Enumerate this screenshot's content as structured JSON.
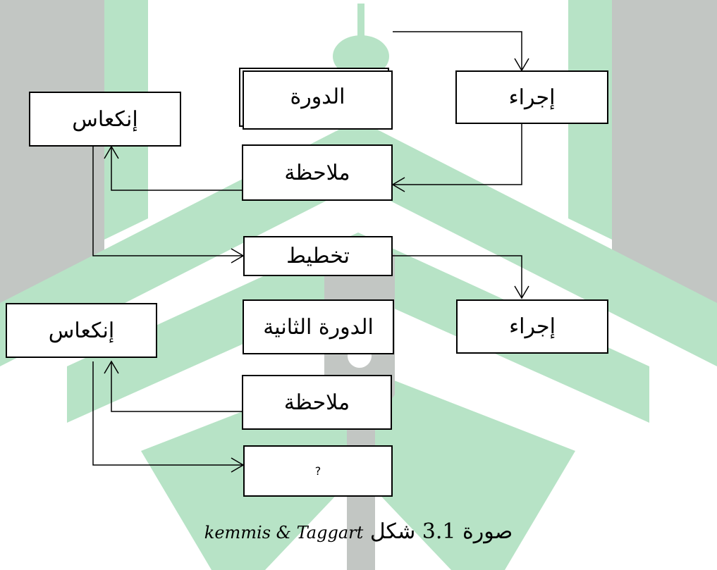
{
  "colors": {
    "watermark_green": "#b7e3c6",
    "watermark_gray": "#c2c6c3",
    "line": "#000000"
  },
  "boxes": {
    "cycle1_label": "الدورة",
    "cycle1_action": "إجراء",
    "cycle1_reflection": "إنكعاس",
    "cycle1_observation": "ملاحظة",
    "planning": "تخطيط",
    "cycle2_label": "الدورة الثانية",
    "cycle2_action": "إجراء",
    "cycle2_reflection": "إنكعاس",
    "cycle2_observation": "ملاحظة",
    "next_step": "?"
  },
  "caption": {
    "arabic": "صورة 3.1 شكل",
    "latin": "kemmis & Taggart"
  }
}
